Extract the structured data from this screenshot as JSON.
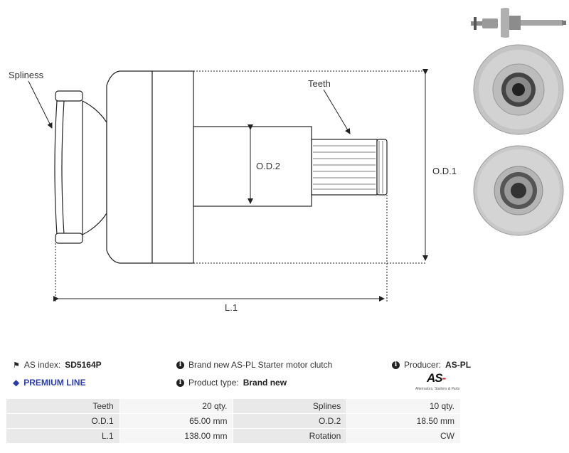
{
  "diagram": {
    "labels": {
      "spliness": "Spliness",
      "teeth": "Teeth",
      "od2": "O.D.2",
      "od1": "O.D.1",
      "l1": "L.1"
    }
  },
  "photos": [
    {
      "name": "side-view"
    },
    {
      "name": "front-view"
    },
    {
      "name": "rear-view"
    }
  ],
  "info": {
    "as_index_label": "AS index:",
    "as_index_value": "SD5164P",
    "premium_line": "PREMIUM LINE",
    "description": "Brand new AS-PL Starter motor clutch",
    "product_type_label": "Product type:",
    "product_type_value": "Brand new",
    "producer_label": "Producer:",
    "producer_value": "AS-PL",
    "logo_text_a": "AS",
    "logo_text_b": "-",
    "logo_sub": "Alternators, Starters & Parts"
  },
  "specs": {
    "rows": [
      {
        "k1": "Teeth",
        "v1": "20 qty.",
        "k2": "Splines",
        "v2": "10 qty."
      },
      {
        "k1": "O.D.1",
        "v1": "65.00 mm",
        "k2": "O.D.2",
        "v2": "18.50 mm"
      },
      {
        "k1": "L.1",
        "v1": "138.00 mm",
        "k2": "Rotation",
        "v2": "CW"
      }
    ]
  },
  "colors": {
    "premium": "#2b3ea8",
    "logo_red": "#d2202a",
    "table_key_bg": "#e9e9e9",
    "table_value_bg": "#f6f6f6"
  }
}
